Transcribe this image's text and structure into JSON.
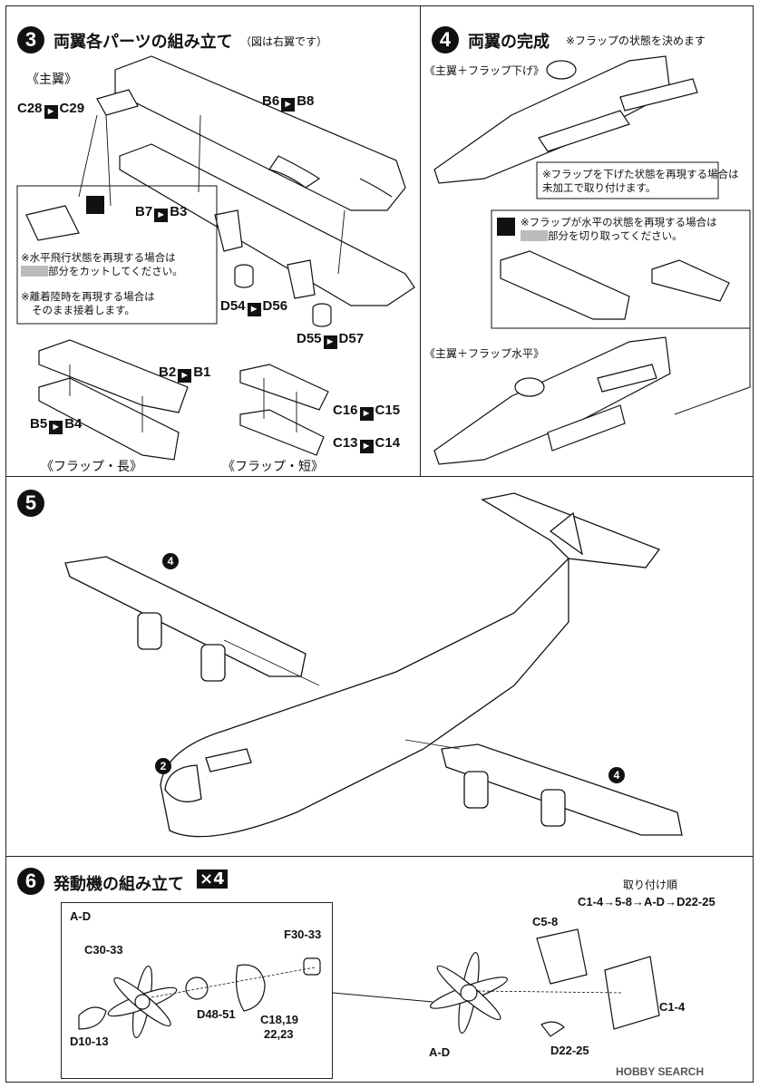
{
  "step3": {
    "number": "3",
    "title": "両翼各パーツの組み立て",
    "subtitle": "（図は右翼です）",
    "main_wing_caption": "《主翼》",
    "labels": {
      "c28": "C28",
      "c29": "C29",
      "b6": "B6",
      "b8": "B8",
      "b7": "B7",
      "b3": "B3",
      "d54": "D54",
      "d56": "D56",
      "d55": "D55",
      "d57": "D57",
      "b2": "B2",
      "b1": "B1",
      "b5": "B5",
      "b4": "B4",
      "c16": "C16",
      "c15": "C15",
      "c13": "C13",
      "c14": "C14"
    },
    "note_cut_1": "※水平飛行状態を再現する場合は",
    "note_cut_2": "部分をカットしてください。",
    "note_land_1": "※離着陸時を再現する場合は",
    "note_land_2": "そのまま接着します。",
    "flap_long": "《フラップ・長》",
    "flap_short": "《フラップ・短》"
  },
  "step4": {
    "number": "4",
    "title": "両翼の完成",
    "subtitle": "※フラップの状態を決めます",
    "caption_down": "《主翼＋フラップ下げ》",
    "note_down_1": "※フラップを下げた状態を再現する場合は",
    "note_down_2": "未加工で取り付けます。",
    "note_level_1": "※フラップが水平の状態を再現する場合は",
    "note_level_2": "部分を切り取ってください。",
    "caption_level": "《主翼＋フラップ水平》"
  },
  "step5": {
    "number": "5",
    "callout_left_wing": "4",
    "callout_right_wing": "4",
    "callout_nose": "2"
  },
  "step6": {
    "number": "6",
    "title": "発動機の組み立て",
    "multiplier": "×4",
    "order_title": "取り付け順",
    "order_seq": "C1-4→5-8→A-D→D22-25",
    "subassembly": "A-D",
    "labels": {
      "c30_33": "C30-33",
      "f30_33": "F30-33",
      "d48_51": "D48-51",
      "c18_19": "C18,19",
      "c22_23": "22,23",
      "d10_13": "D10-13",
      "c5_8": "C5-8",
      "c1_4": "C1-4",
      "d22_25": "D22-25",
      "ad_bottom": "A-D"
    }
  },
  "watermark": "HOBBY SEARCH"
}
